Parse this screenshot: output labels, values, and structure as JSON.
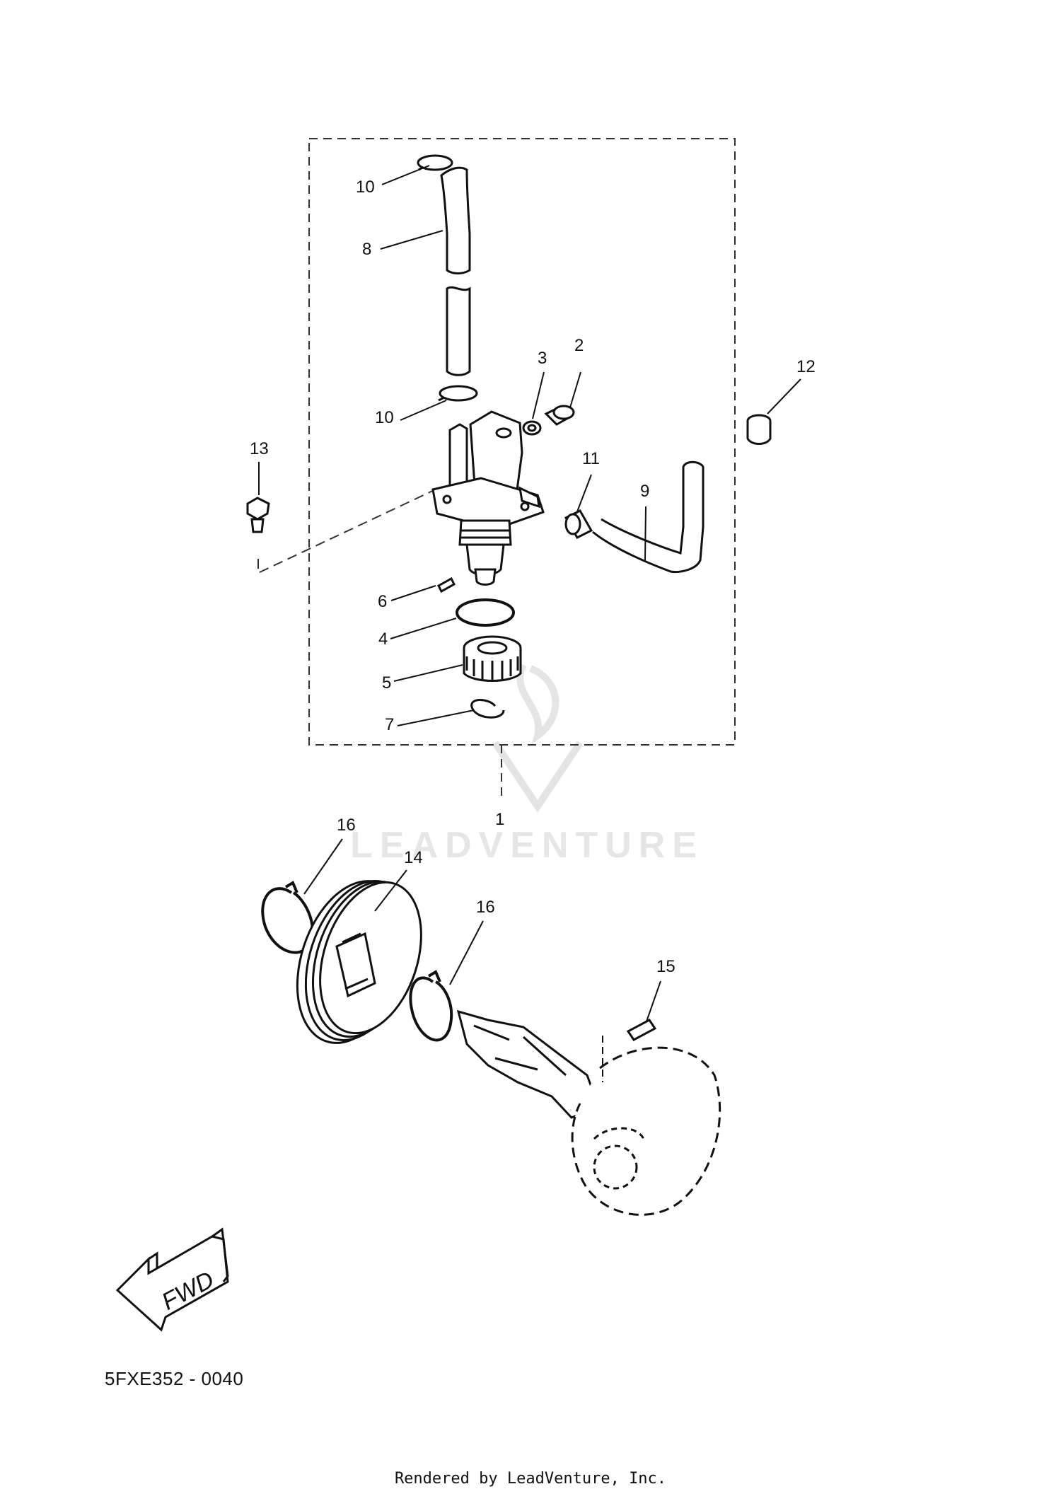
{
  "callouts": {
    "c1": "1",
    "c2": "2",
    "c3": "3",
    "c4": "4",
    "c5": "5",
    "c6": "6",
    "c7": "7",
    "c8": "8",
    "c9": "9",
    "c10a": "10",
    "c10b": "10",
    "c11": "11",
    "c12": "12",
    "c13": "13",
    "c14": "14",
    "c15": "15",
    "c16a": "16",
    "c16b": "16"
  },
  "watermark": "LEADVENTURE",
  "fwd_label": "FWD",
  "diagram_code": "5FXE352 - 0040",
  "credit": "Rendered by LeadVenture, Inc."
}
